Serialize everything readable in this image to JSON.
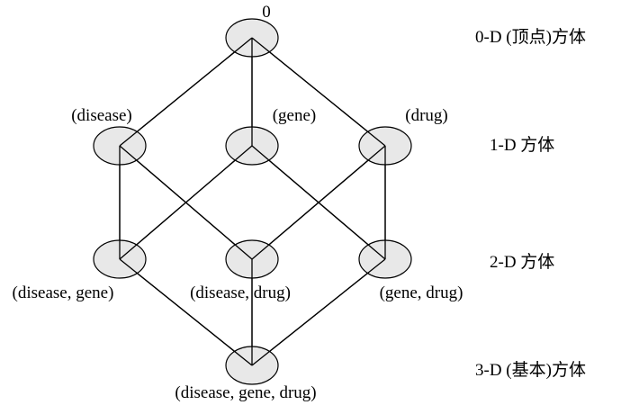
{
  "diagram": {
    "nodes": [
      {
        "id": "apex",
        "label": "0"
      },
      {
        "id": "disease",
        "label": "(disease)"
      },
      {
        "id": "gene",
        "label": "(gene)"
      },
      {
        "id": "drug",
        "label": "(drug)"
      },
      {
        "id": "disease-gene",
        "label": "(disease, gene)"
      },
      {
        "id": "disease-drug",
        "label": "(disease,  drug)"
      },
      {
        "id": "gene-drug",
        "label": "(gene,  drug)"
      },
      {
        "id": "base",
        "label": "(disease,  gene, drug)"
      }
    ],
    "edges": [
      [
        "apex",
        "disease"
      ],
      [
        "apex",
        "gene"
      ],
      [
        "apex",
        "drug"
      ],
      [
        "disease",
        "disease-gene"
      ],
      [
        "disease",
        "disease-drug"
      ],
      [
        "gene",
        "disease-gene"
      ],
      [
        "gene",
        "gene-drug"
      ],
      [
        "drug",
        "disease-drug"
      ],
      [
        "drug",
        "gene-drug"
      ],
      [
        "disease-gene",
        "base"
      ],
      [
        "disease-drug",
        "base"
      ],
      [
        "gene-drug",
        "base"
      ]
    ],
    "levels": [
      {
        "id": "level-0",
        "label": "0-D (顶点)方体"
      },
      {
        "id": "level-1",
        "label": "1-D 方体"
      },
      {
        "id": "level-2",
        "label": "2-D 方体"
      },
      {
        "id": "level-3",
        "label": "3-D (基本)方体"
      }
    ]
  }
}
